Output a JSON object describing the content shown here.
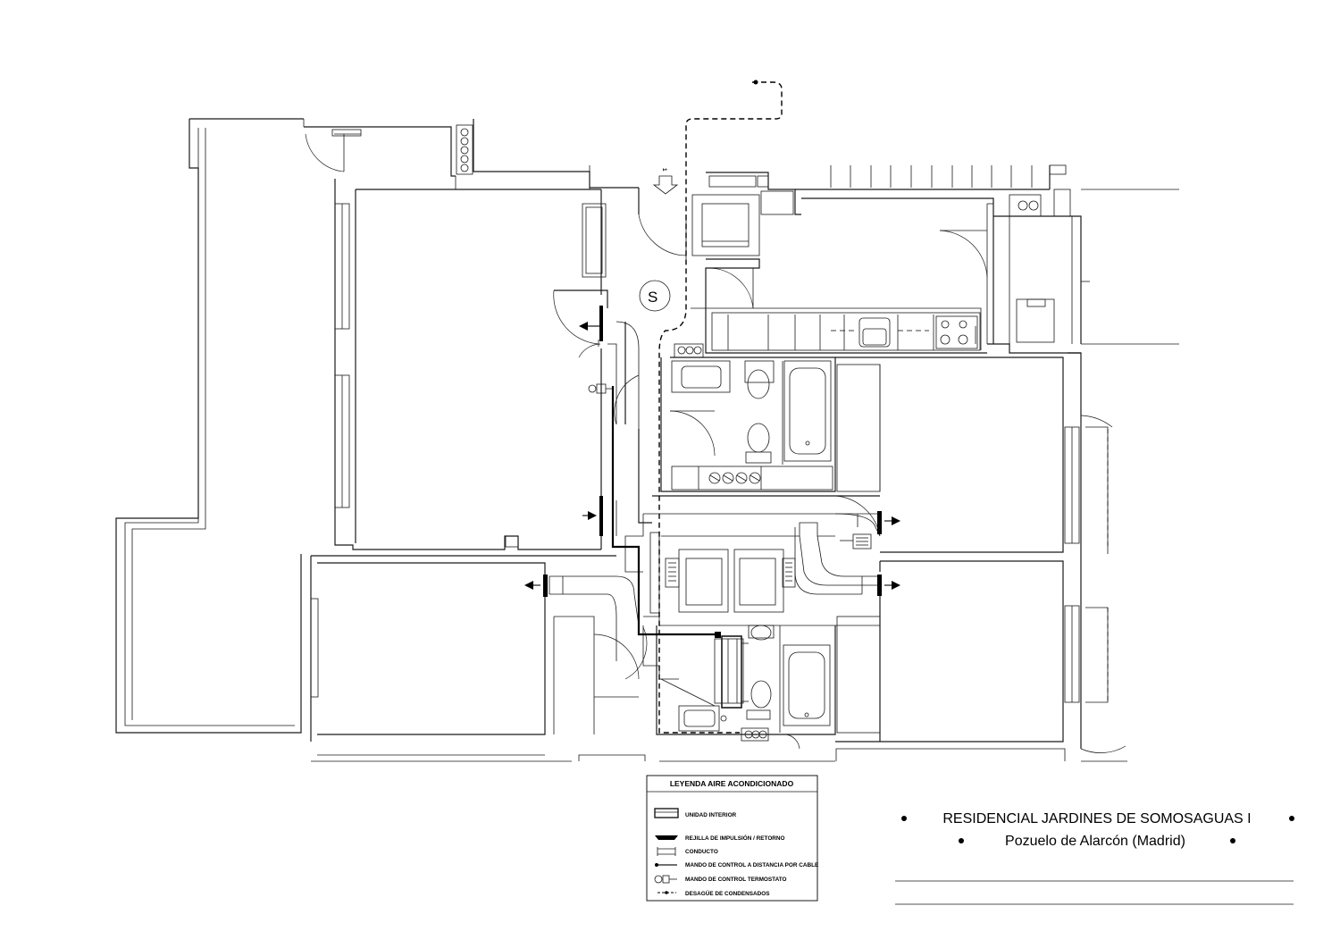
{
  "plan": {
    "stair_symbol": "S",
    "entrance_mark": "1"
  },
  "legend": {
    "title": "LEYENDA AIRE ACONDICIONADO",
    "items": [
      {
        "symbol": "indoor-unit",
        "label": "UNIDAD INTERIOR"
      },
      {
        "symbol": "grille",
        "label": "REJILLA DE IMPULSIÓN / RETORNO"
      },
      {
        "symbol": "duct",
        "label": "CONDUCTO"
      },
      {
        "symbol": "cable-control",
        "label": "MANDO DE CONTROL A DISTANCIA POR CABLE"
      },
      {
        "symbol": "thermostat",
        "label": "MANDO DE CONTROL TERMOSTATO"
      },
      {
        "symbol": "condensate-drain",
        "label": "DESAGÜE DE CONDENSADOS"
      }
    ]
  },
  "title_block": {
    "line1": "RESIDENCIAL JARDINES DE SOMOSAGUAS I",
    "line2": "Pozuelo de Alarcón (Madrid)"
  }
}
